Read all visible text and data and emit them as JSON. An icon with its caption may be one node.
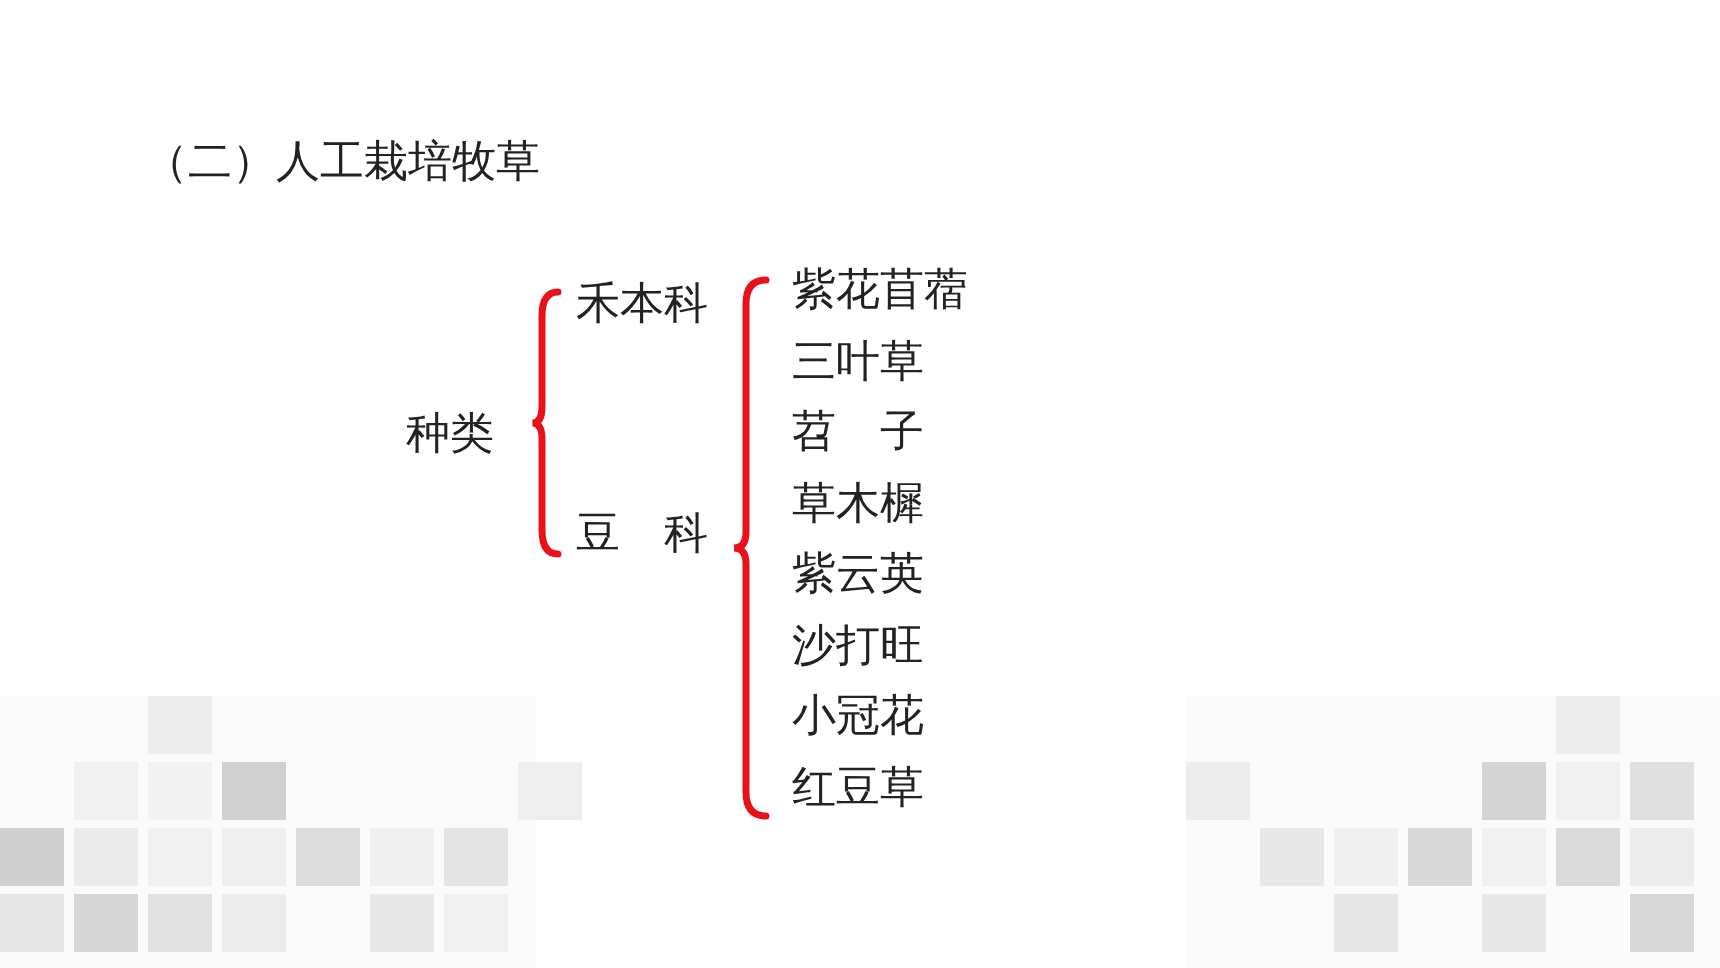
{
  "diagram": {
    "title": "（二）人工栽培牧草",
    "labels": [
      "种类",
      "禾本科",
      "豆　科",
      "紫花苜蓿",
      "三叶草",
      "苕　子",
      "草木樨",
      "紫云英",
      "沙打旺",
      "小冠花",
      "红豆草"
    ]
  }
}
